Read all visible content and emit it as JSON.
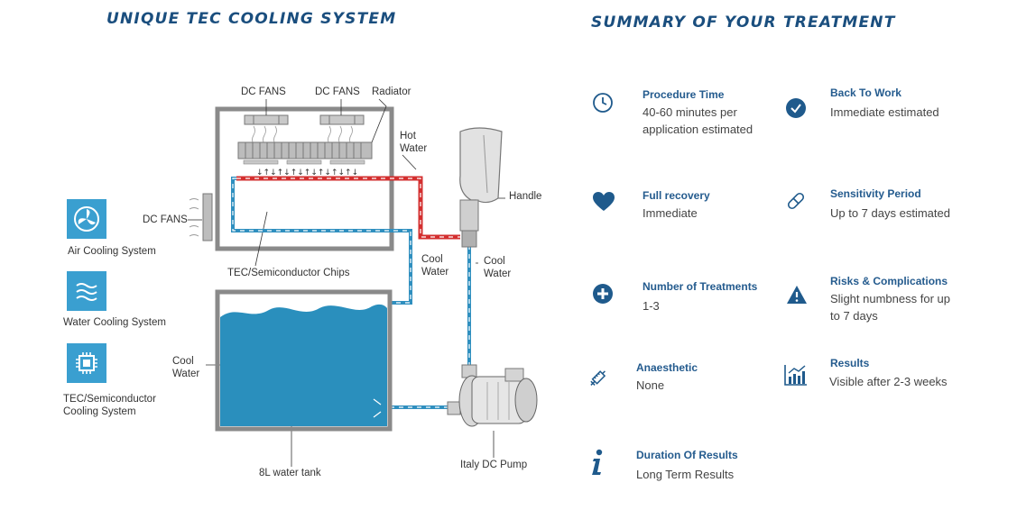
{
  "titles": {
    "left": "UNIQUE TEC COOLING SYSTEM",
    "right": "SUMMARY OF YOUR TREATMENT"
  },
  "diagram": {
    "fans_1": "DC FANS",
    "fans_2": "DC FANS",
    "radiator": "Radiator",
    "hot_water": [
      "Hot",
      "Water"
    ],
    "handle": "Handle",
    "side_fans": "DC FANS",
    "chips": "TEC/Semiconductor Chips",
    "cool_water_mid": [
      "Cool",
      "Water"
    ],
    "cool_water_right": [
      "Cool",
      "Water"
    ],
    "cool_water_tank": [
      "Cool",
      "Water"
    ],
    "tank": "8L water tank",
    "pump": "Italy DC Pump"
  },
  "systems": [
    {
      "icon": "fan-icon",
      "label": [
        "Air Cooling System"
      ]
    },
    {
      "icon": "water-waves-icon",
      "label": [
        "Water Cooling System"
      ]
    },
    {
      "icon": "chip-icon",
      "label": [
        "TEC/Semiconductor",
        "Cooling System"
      ]
    }
  ],
  "summary": [
    {
      "icon": "clock-icon",
      "title": "Procedure Time",
      "lines": [
        "40-60 minutes per",
        "application estimated"
      ]
    },
    {
      "icon": "check-circle-icon",
      "title": "Back To Work",
      "lines": [
        "Immediate estimated"
      ]
    },
    {
      "icon": "heart-icon",
      "title": "Full recovery",
      "lines": [
        "Immediate"
      ]
    },
    {
      "icon": "pill-icon",
      "title": "Sensitivity Period",
      "lines": [
        "Up to 7 days estimated"
      ]
    },
    {
      "icon": "plus-circle-icon",
      "title": "Number of  Treatments",
      "lines": [
        "1-3"
      ]
    },
    {
      "icon": "warning-icon",
      "title": "Risks & Complications",
      "lines": [
        "Slight numbness for up",
        "to 7 days"
      ]
    },
    {
      "icon": "syringe-icon",
      "title": "Anaesthetic",
      "lines": [
        "None"
      ]
    },
    {
      "icon": "bar-chart-icon",
      "title": "Results",
      "lines": [
        "Visible after 2-3 weeks"
      ]
    },
    {
      "icon": "info-icon",
      "title": "Duration  Of  Results",
      "lines": [
        "Long Term Results"
      ]
    }
  ],
  "colors": {
    "title": "#1a4e7e",
    "accent": "#3a9fd0",
    "water": "#2f8fbf",
    "hot": "#d32f2f",
    "icon": "#1f5a8c"
  }
}
